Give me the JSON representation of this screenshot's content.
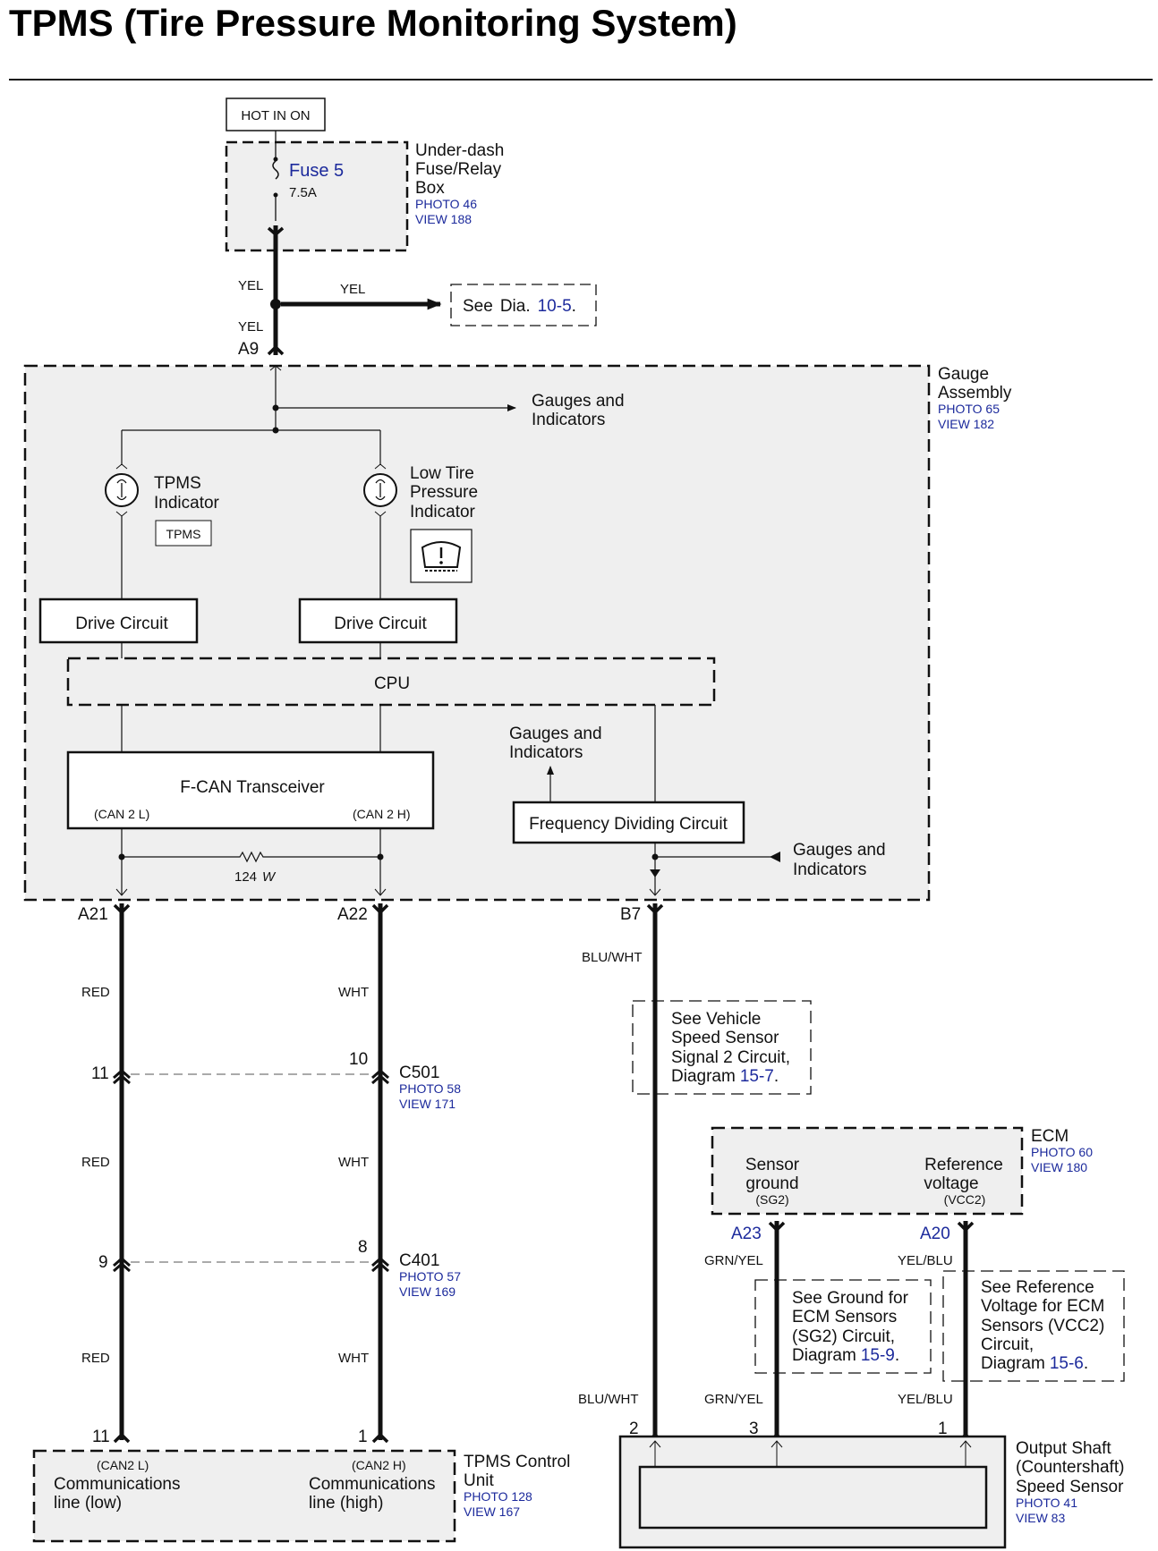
{
  "title": "TPMS (Tire Pressure Monitoring System)",
  "power": {
    "hot_label": "HOT IN ON",
    "fuse_name": "Fuse 5",
    "fuse_rating": "7.5A",
    "fuse_box": {
      "lines": [
        "Under-dash",
        "Fuse/Relay",
        "Box"
      ],
      "photo": "PHOTO 46",
      "view": "VIEW 188"
    },
    "wire_upper": "YEL",
    "wire_branch": "YEL",
    "wire_lower": "YEL",
    "see_ref": {
      "prefix": "See",
      "dia": "Dia.",
      "num": "10-5",
      "suffix": "."
    },
    "terminal_a9": "A9"
  },
  "gauge": {
    "lines": [
      "Gauge",
      "Assembly"
    ],
    "photo": "PHOTO 65",
    "view": "VIEW 182",
    "gauges_indicators_1": [
      "Gauges and",
      "Indicators"
    ],
    "tpms_indicator": [
      "TPMS",
      "Indicator"
    ],
    "tpms_badge": "TPMS",
    "low_tire": [
      "Low Tire",
      "Pressure",
      "Indicator"
    ],
    "drive_circuit_left": "Drive Circuit",
    "drive_circuit_right": "Drive Circuit",
    "cpu": "CPU",
    "gauges_indicators_2": [
      "Gauges and",
      "Indicators"
    ],
    "fcan": "F-CAN Transceiver",
    "can2l": "(CAN 2 L)",
    "can2h": "(CAN 2 H)",
    "freq_div": "Frequency Dividing Circuit",
    "gauges_indicators_3": [
      "Gauges and",
      "Indicators"
    ],
    "resistor": "124",
    "resistor_unit": "W"
  },
  "terminals": {
    "a21": "A21",
    "a22": "A22",
    "b7": "B7"
  },
  "wires": {
    "red1": "RED",
    "wht1": "WHT",
    "red2": "RED",
    "wht2": "WHT",
    "red3": "RED",
    "wht3": "WHT",
    "bluwht_top": "BLU/WHT",
    "bluwht_bottom": "BLU/WHT",
    "grnyel_top": "GRN/YEL",
    "grnyel_bottom": "GRN/YEL",
    "yelblu_top": "YEL/BLU",
    "yelblu_bottom": "YEL/BLU"
  },
  "c501": {
    "name": "C501",
    "pin_left": "11",
    "pin_right": "10",
    "photo": "PHOTO 58",
    "view": "VIEW 171"
  },
  "c401": {
    "name": "C401",
    "pin_left": "9",
    "pin_right": "8",
    "photo": "PHOTO 57",
    "view": "VIEW 169"
  },
  "see_vss": {
    "lines": [
      "See Vehicle",
      "Speed Sensor",
      "Signal 2 Circuit,"
    ],
    "dia": "Diagram",
    "num": "15-7",
    "suffix": "."
  },
  "ecm": {
    "name": "ECM",
    "photo": "PHOTO 60",
    "view": "VIEW 180",
    "sensor_ground": [
      "Sensor",
      "ground"
    ],
    "sg2": "(SG2)",
    "ref_voltage": [
      "Reference",
      "voltage"
    ],
    "vcc2": "(VCC2)",
    "a23": "A23",
    "a20": "A20"
  },
  "see_sg2": {
    "lines": [
      "See Ground for",
      "ECM Sensors",
      "(SG2) Circuit,"
    ],
    "dia": "Diagram",
    "num": "15-9",
    "suffix": "."
  },
  "see_vcc2": {
    "lines": [
      "See Reference",
      "Voltage for ECM",
      "Sensors (VCC2)",
      "Circuit,"
    ],
    "dia": "Diagram",
    "num": "15-6",
    "suffix": "."
  },
  "tpms_unit": {
    "lines": [
      "TPMS Control",
      "Unit"
    ],
    "photo": "PHOTO 128",
    "view": "VIEW 167",
    "pin_left": "11",
    "pin_right": "1",
    "can2l": "(CAN2 L)",
    "comm_low": [
      "Communications",
      "line (low)"
    ],
    "can2h": "(CAN2 H)",
    "comm_high": [
      "Communications",
      "line (high)"
    ]
  },
  "speed_sensor": {
    "lines": [
      "Output Shaft",
      "(Countershaft)",
      "Speed Sensor"
    ],
    "photo": "PHOTO 41",
    "view": "VIEW 83",
    "pin2": "2",
    "pin3": "3",
    "pin1": "1"
  }
}
